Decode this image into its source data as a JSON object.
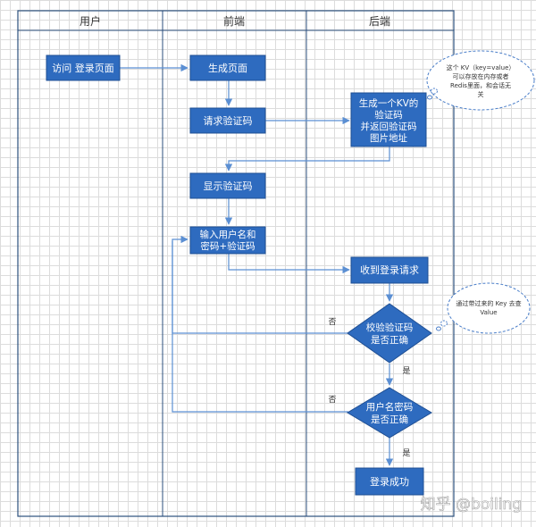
{
  "lanes": [
    "用户",
    "前端",
    "后端"
  ],
  "nodes": {
    "visit_login": "访问 登录页面",
    "gen_page": "生成页面",
    "request_captcha": "请求验证码",
    "gen_kv": [
      "生成一个KV的",
      "验证码",
      "并返回验证码",
      "图片地址"
    ],
    "show_captcha": "显示验证码",
    "input_cred": [
      "输入用户名和",
      "密码+验证码"
    ],
    "receive_login": "收到登录请求",
    "check_captcha": [
      "校验验证码",
      "是否正确"
    ],
    "check_user": [
      "用户名密码",
      "是否正确"
    ],
    "login_success": "登录成功"
  },
  "notes": {
    "kv_note": [
      "这个 KV（key=value）",
      "可以存放在内存或者",
      "Redis里面，和会话无",
      "关"
    ],
    "lookup_note": [
      "通过带过来的 Key 去查",
      "Value"
    ]
  },
  "edge_labels": {
    "no_captcha": "否",
    "yes_captcha": "是",
    "no_user": "否",
    "yes_user": "是"
  },
  "watermark": "知乎 @boiling",
  "colors": {
    "node_fill": "#2e6bbf",
    "node_stroke": "#1f4f93",
    "edge": "#5b8fd3",
    "lane_line": "#2b4f7d",
    "note_stroke": "#4a7ec9"
  }
}
